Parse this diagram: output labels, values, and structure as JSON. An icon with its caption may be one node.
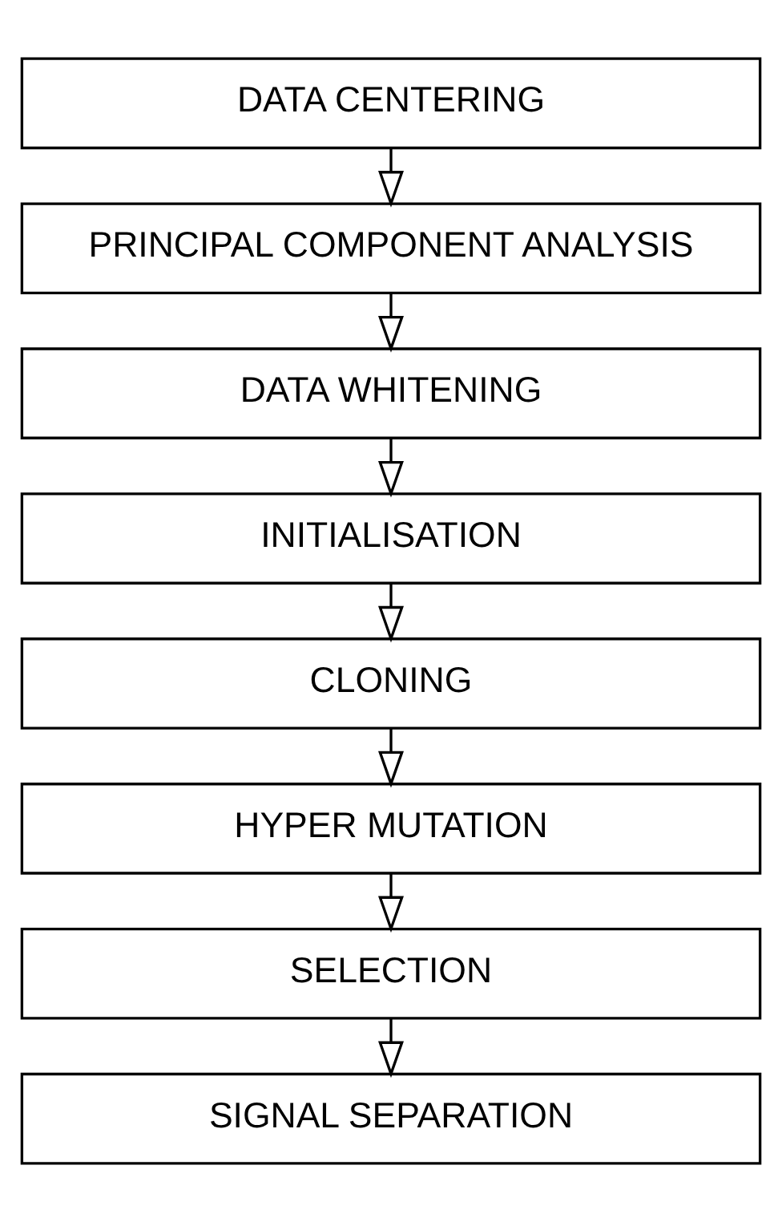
{
  "diagram": {
    "nodes": [
      {
        "text": [
          "DATA CENTERING"
        ]
      },
      {
        "text": [
          "PRINCIPAL COMPONENT ANALYSIS"
        ]
      },
      {
        "text": [
          "DATA WHITENING"
        ]
      },
      {
        "text": [
          "INITIALISATION"
        ]
      },
      {
        "text": [
          "CLONING"
        ]
      },
      {
        "text": [
          "HYPER MUTATION"
        ]
      },
      {
        "text": [
          "SELECTION"
        ]
      },
      {
        "text": [
          "SIGNAL SEPARATION"
        ]
      }
    ],
    "edges": [
      {
        "from": 0,
        "to": 1,
        "arrow": "to"
      },
      {
        "from": 1,
        "to": 2,
        "arrow": "to"
      },
      {
        "from": 2,
        "to": 3,
        "arrow": "to"
      },
      {
        "from": 3,
        "to": 4,
        "arrow": "to"
      },
      {
        "from": 4,
        "to": 5,
        "arrow": "to"
      },
      {
        "from": 5,
        "to": 6,
        "arrow": "to"
      },
      {
        "from": 6,
        "to": 7,
        "arrow": "to"
      }
    ]
  }
}
